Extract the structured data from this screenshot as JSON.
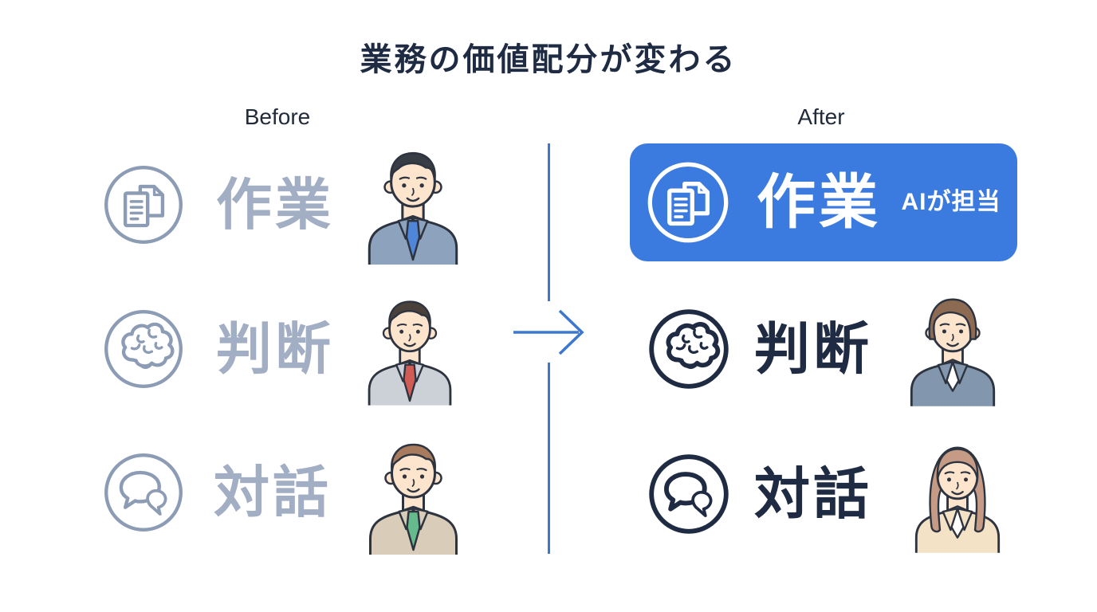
{
  "title": "業務の価値配分が変わる",
  "colors": {
    "accent": "#3b7ade",
    "arrow": "#3c78cf",
    "dark": "#1e2b42",
    "muted": "#a2aec3",
    "muted-icon": "#8d9cb5",
    "label": "#212b3a"
  },
  "before": {
    "label": "Before",
    "rows": [
      {
        "icon": "documents-icon",
        "label": "作業"
      },
      {
        "icon": "brain-icon",
        "label": "判断"
      },
      {
        "icon": "speech-bubbles-icon",
        "label": "対話"
      }
    ]
  },
  "after": {
    "label": "After",
    "highlight": {
      "icon": "documents-icon",
      "label": "作業",
      "badge": "AIが担当"
    },
    "rows": [
      {
        "icon": "brain-icon",
        "label": "判断"
      },
      {
        "icon": "speech-bubbles-icon",
        "label": "対話"
      }
    ]
  },
  "avatars": {
    "before-sagyou": {
      "desc": "man, dark hair, blue-gray suit, blue tie",
      "colors": {
        "hair": "#383c44",
        "suit": "#8da2bc",
        "tie": "#4f86d8",
        "skin": "#fce4cd",
        "outline": "#2d3440"
      }
    },
    "before-handan": {
      "desc": "man, dark brown hair, light gray suit, red tie",
      "colors": {
        "hair": "#4a413a",
        "suit": "#ccd1d8",
        "tie": "#d05c55",
        "skin": "#fce4cd",
        "outline": "#2d3440"
      }
    },
    "before-taiwa": {
      "desc": "man, brown hair, tan suit, green tie",
      "colors": {
        "hair": "#a87a5e",
        "suit": "#d9cdb9",
        "tie": "#66bb8c",
        "skin": "#fce4cd",
        "outline": "#2d3440"
      }
    },
    "after-handan": {
      "desc": "woman, short brown hair, blue-gray blazer, white blouse",
      "colors": {
        "hair": "#8d6b52",
        "suit": "#8296ad",
        "skin": "#fce4cd",
        "outline": "#2d3440"
      }
    },
    "after-taiwa": {
      "desc": "woman, long auburn hair, cream jacket, white top",
      "colors": {
        "hair": "#c59b85",
        "suit": "#f4e2c6",
        "skin": "#fce4cd",
        "outline": "#2d3440"
      }
    }
  }
}
